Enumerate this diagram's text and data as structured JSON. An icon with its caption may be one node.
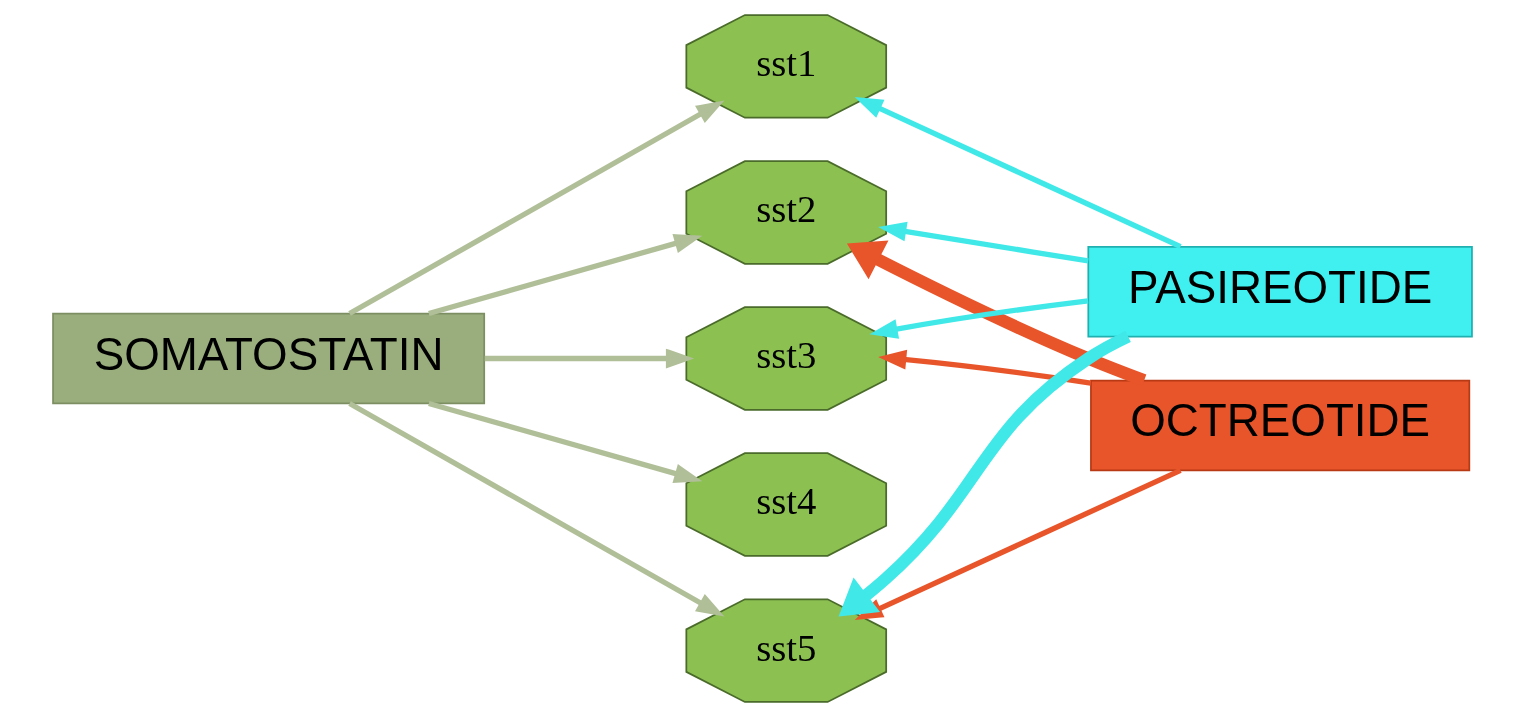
{
  "diagram": {
    "nodes": [
      {
        "text": [
          "SOMATOSTATIN"
        ]
      },
      {
        "text": [
          "sst1"
        ]
      },
      {
        "text": [
          "sst2"
        ]
      },
      {
        "text": [
          "sst3"
        ]
      },
      {
        "text": [
          "sst4"
        ]
      },
      {
        "text": [
          "sst5"
        ]
      },
      {
        "text": [
          "OCTREOTIDE"
        ]
      },
      {
        "text": [
          "PASIREOTIDE"
        ]
      }
    ],
    "edges": [
      {
        "from": 0,
        "to": 1,
        "arrow": "to"
      },
      {
        "from": 0,
        "to": 2,
        "arrow": "to"
      },
      {
        "from": 0,
        "to": 3,
        "arrow": "to"
      },
      {
        "from": 0,
        "to": 4,
        "arrow": "to"
      },
      {
        "from": 0,
        "to": 5,
        "arrow": "to"
      },
      {
        "from": 6,
        "to": 2,
        "arrow": "to",
        "style": "thick",
        "color": "#e8552a"
      },
      {
        "from": 6,
        "to": 3,
        "arrow": "to",
        "color": "#e8552a"
      },
      {
        "from": 6,
        "to": 5,
        "arrow": "to",
        "color": "#e8552a"
      },
      {
        "from": 7,
        "to": 1,
        "arrow": "to",
        "color": "#40e8e8"
      },
      {
        "from": 7,
        "to": 2,
        "arrow": "to",
        "color": "#40e8e8"
      },
      {
        "from": 7,
        "to": 3,
        "arrow": "to",
        "color": "#40e8e8"
      },
      {
        "from": 7,
        "to": 5,
        "arrow": "to",
        "style": "thick",
        "color": "#40e8e8"
      }
    ]
  }
}
